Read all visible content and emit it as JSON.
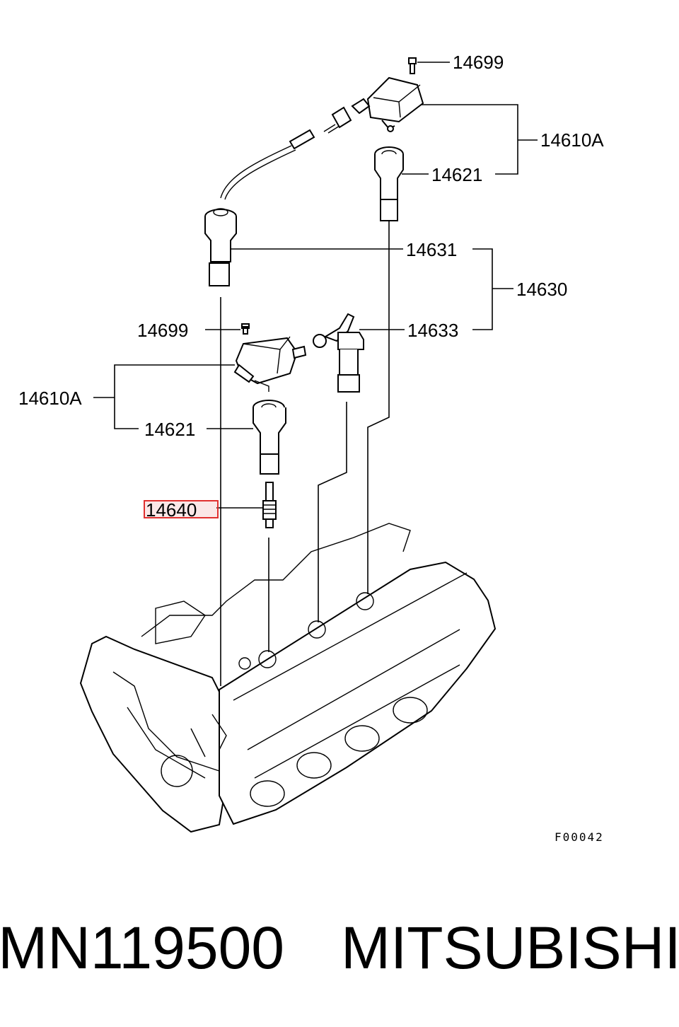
{
  "diagram": {
    "callouts": {
      "bolt_top": "14699",
      "coil_top": "14610A",
      "boot_top": "14621",
      "lead_a": "14631",
      "cable_group": "14630",
      "lead_b": "14633",
      "bolt_left": "14699",
      "coil_left": "14610A",
      "boot_left": "14621",
      "spark_plug": "14640"
    },
    "figure_code": "F00042",
    "highlight_color": "#e0302f"
  },
  "caption": {
    "part_number": "MN119500",
    "brand": "MITSUBISHI"
  }
}
